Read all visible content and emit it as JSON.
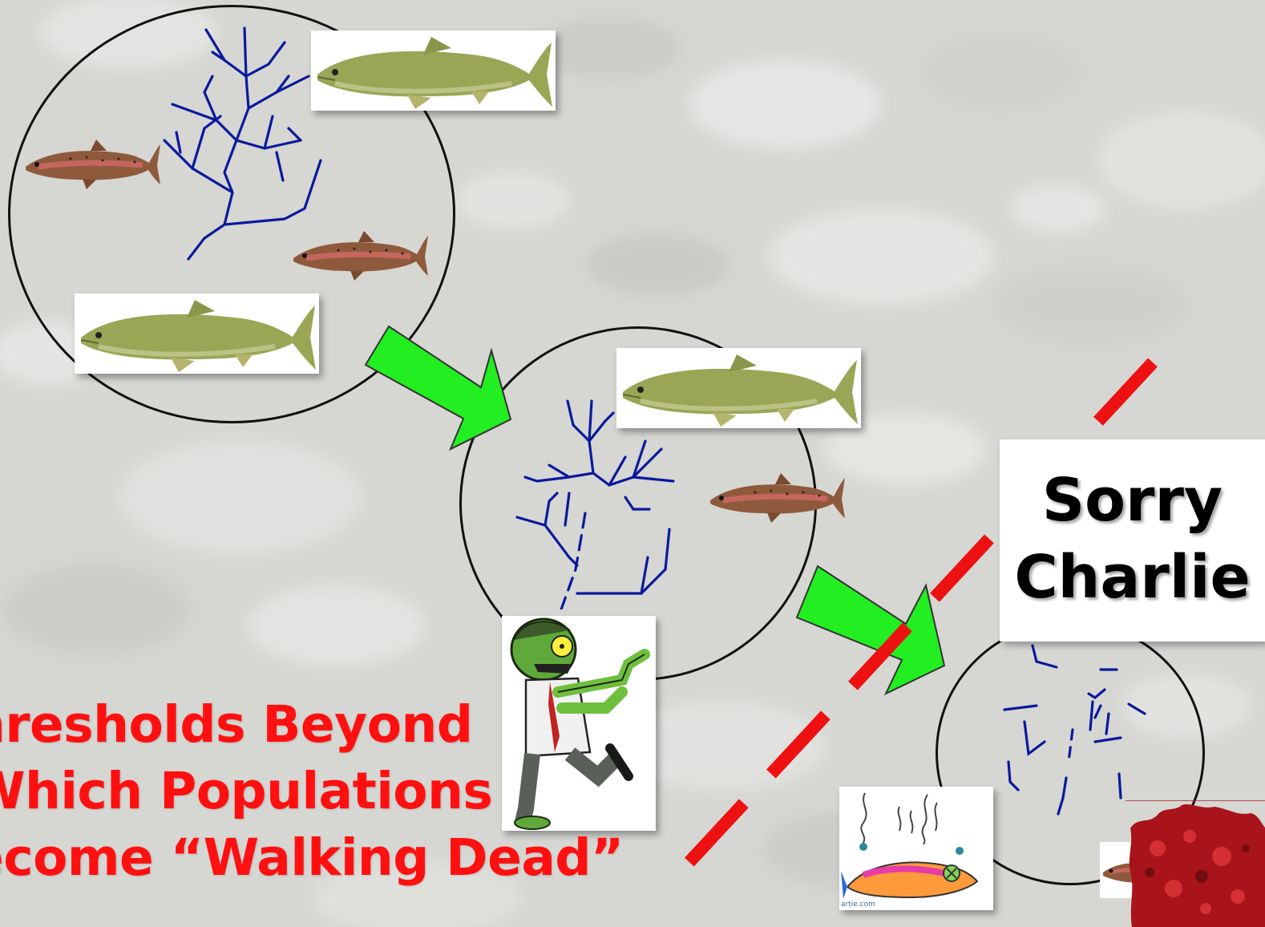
{
  "caption": {
    "text": "hresholds Beyond\nWhich Populations\necome “Walking Dead”",
    "color": "#ff1010"
  },
  "sorry_box": {
    "text": "Sorry\nCharlie"
  },
  "credit": {
    "text": "artie.com"
  },
  "colors": {
    "river": "#0a1a9c",
    "arrow": "#22ee22",
    "threshold_line": "#ee1111",
    "circle": "#111111"
  },
  "icons": [
    "river-network-icon",
    "bull-trout-icon",
    "redband-trout-icon",
    "zombie-icon",
    "dead-fish-icon",
    "blood-splatter-icon",
    "transition-arrow-icon"
  ]
}
